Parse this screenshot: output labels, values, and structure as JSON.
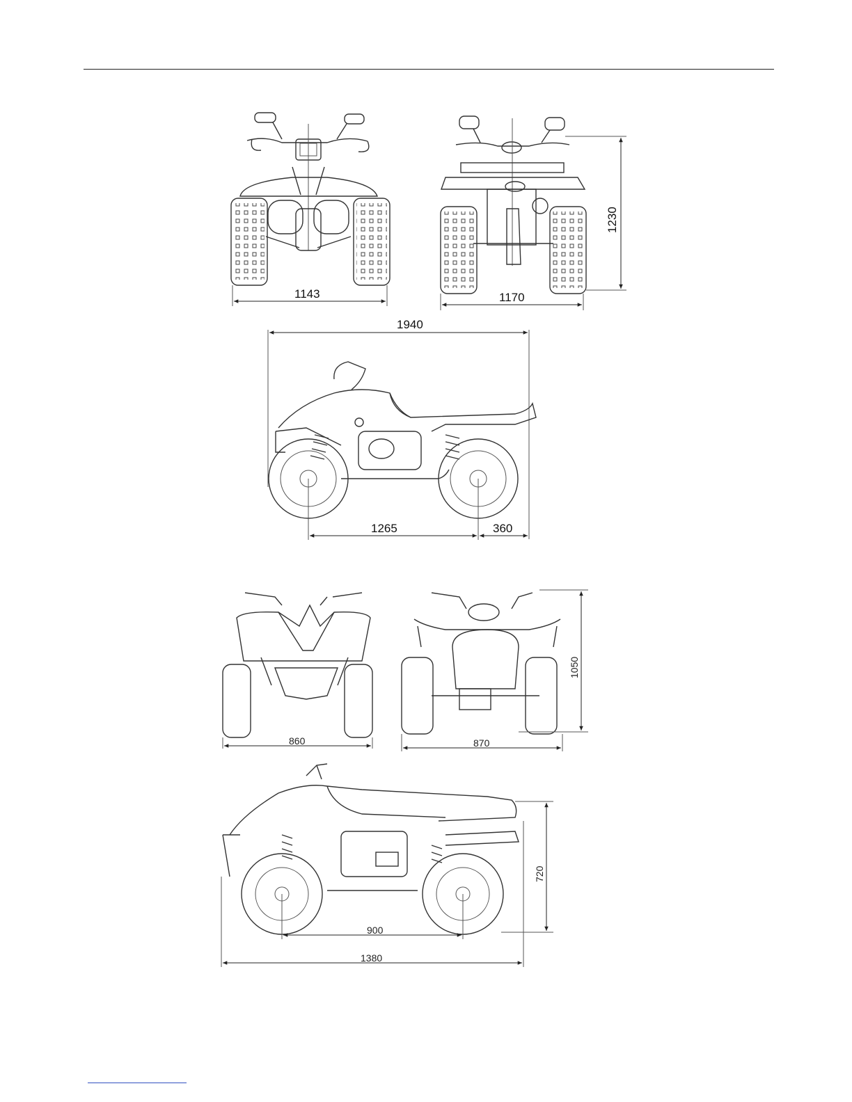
{
  "dimensions": {
    "large_atv": {
      "front_width": "1143",
      "rear_width": "1170",
      "height": "1230",
      "overall_length": "1940",
      "wheelbase": "1265",
      "rear_overhang": "360"
    },
    "small_atv": {
      "front_width": "860",
      "rear_width": "870",
      "height": "1050",
      "seat_height": "720",
      "wheelbase": "900",
      "overall_length": "1380"
    }
  }
}
